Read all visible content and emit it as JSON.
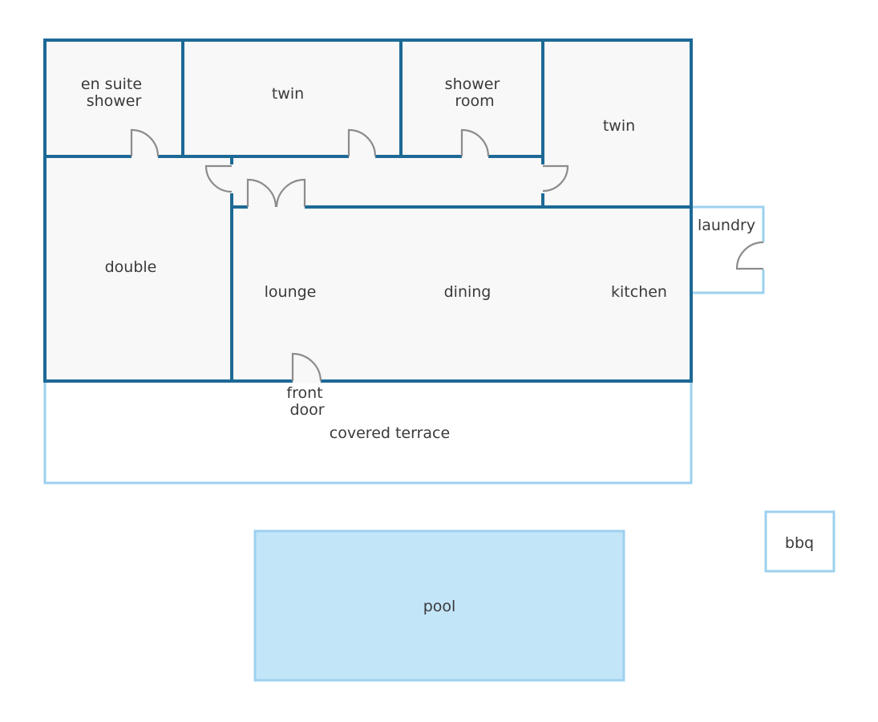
{
  "rooms": {
    "en_suite": [
      "en suite",
      "shower"
    ],
    "twin_1": "twin",
    "shower_room": [
      "shower",
      "room"
    ],
    "twin_2": "twin",
    "double": "double",
    "lounge": "lounge",
    "dining": "dining",
    "kitchen": "kitchen",
    "laundry": "laundry",
    "front_door": [
      "front",
      "door"
    ],
    "covered_terrace": "covered terrace",
    "pool": "pool",
    "bbq": "bbq"
  },
  "colors": {
    "wall": "#1d6996",
    "light_outline": "#9dd1ef",
    "pool_fill": "#c3e5f8",
    "room_fill": "#f8f8f8",
    "door": "#8c8c8c"
  }
}
